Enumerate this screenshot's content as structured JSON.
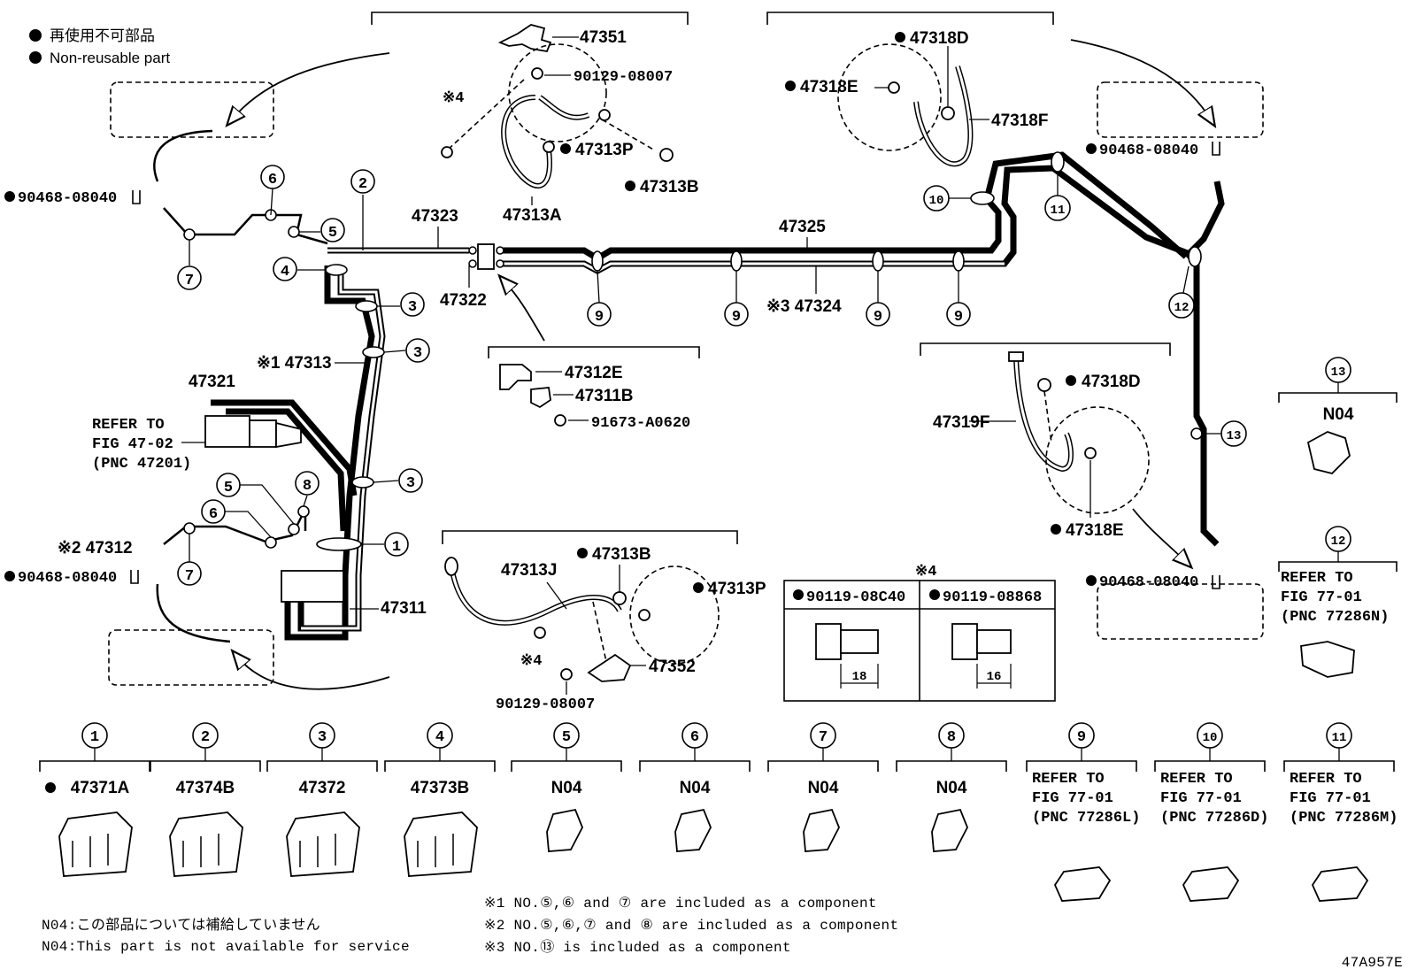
{
  "legend": {
    "jp": "再使用不可部品",
    "en": "Non-reusable part"
  },
  "parts": {
    "p47351": "47351",
    "p90129_top": "90129-08007",
    "p47313P_top": "47313P",
    "p47313B_top": "47313B",
    "p47313A": "47313A",
    "ref4_top": "※4",
    "p47318D_top": "47318D",
    "p47318E_top": "47318E",
    "p47318F": "47318F",
    "p90468_tr": "90468-08040",
    "p90468_tl": "90468-08040",
    "p90468_ml": "90468-08040",
    "p90468_mr": "90468-08040",
    "p47323": "47323",
    "p47322": "47322",
    "p47325": "47325",
    "p47324": "※3 47324",
    "p47313": "※1 47313",
    "p47321": "47321",
    "refer_fig4702": [
      "REFER TO",
      "FIG 47-02",
      "(PNC 47201)"
    ],
    "p47312": "※2 47312",
    "p47311": "47311",
    "p47312E": "47312E",
    "p47311B": "47311B",
    "p91673": "91673-A0620",
    "p47319F": "47319F",
    "p47318D_mid": "47318D",
    "p47318E_mid": "47318E",
    "p47313J": "47313J",
    "p47313B_bot": "47313B",
    "p47313P_bot": "47313P",
    "p47352": "47352",
    "ref4_bot": "※4",
    "p90129_bot": "90129-08007",
    "n04_13": "N04",
    "refer_12": [
      "REFER TO",
      "FIG 77-01",
      "(PNC 77286N)"
    ]
  },
  "bolt_table": {
    "title": "※4",
    "cols": [
      {
        "pn": "90119-08C40",
        "len": "18"
      },
      {
        "pn": "90119-08868",
        "len": "16"
      }
    ]
  },
  "callouts": [
    "1",
    "2",
    "3",
    "4",
    "5",
    "6",
    "7",
    "8",
    "9",
    "10",
    "11",
    "12",
    "13"
  ],
  "bottom_parts": [
    {
      "num": "1",
      "pn": "47371A",
      "nonreuse": true
    },
    {
      "num": "2",
      "pn": "47374B",
      "nonreuse": false
    },
    {
      "num": "3",
      "pn": "47372",
      "nonreuse": false
    },
    {
      "num": "4",
      "pn": "47373B",
      "nonreuse": false
    },
    {
      "num": "5",
      "pn": "N04",
      "nonreuse": false
    },
    {
      "num": "6",
      "pn": "N04",
      "nonreuse": false
    },
    {
      "num": "7",
      "pn": "N04",
      "nonreuse": false
    },
    {
      "num": "8",
      "pn": "N04",
      "nonreuse": false
    },
    {
      "num": "9",
      "ref": [
        "REFER TO",
        "FIG 77-01",
        "(PNC 77286L)"
      ]
    },
    {
      "num": "10",
      "ref": [
        "REFER TO",
        "FIG 77-01",
        "(PNC 77286D)"
      ]
    },
    {
      "num": "11",
      "ref": [
        "REFER TO",
        "FIG 77-01",
        "(PNC 77286M)"
      ]
    }
  ],
  "notes": {
    "n04_jp": "N04:この部品については補給していません",
    "n04_en": "N04:This part is not available for service",
    "ref1": "※1 NO.⑤,⑥ and ⑦ are included as a component",
    "ref2": "※2 NO.⑤,⑥,⑦ and ⑧ are included as a component",
    "ref3": "※3 NO.⑬ is included as a component",
    "fig_id": "47A957E"
  }
}
